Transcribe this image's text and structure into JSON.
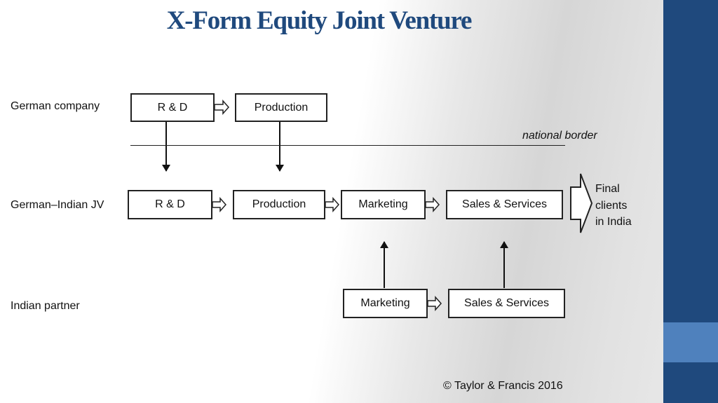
{
  "title": "X-Form Equity Joint Venture",
  "rows": {
    "german_company": "German company",
    "joint_venture": "German–Indian JV",
    "indian_partner": "Indian partner"
  },
  "german_company": {
    "rnd": "R & D",
    "production": "Production"
  },
  "national_border": "national border",
  "joint_venture": {
    "rnd": "R & D",
    "production": "Production",
    "marketing": "Marketing",
    "sales": "Sales & Services"
  },
  "indian_partner": {
    "marketing": "Marketing",
    "sales": "Sales & Services"
  },
  "final_clients": [
    "Final",
    "clients",
    "in India"
  ],
  "copyright": "© Taylor & Francis 2016",
  "colors": {
    "title": "#1f497d",
    "sidebar": "#1f497d",
    "sidebar_accent": "#4f81bd"
  }
}
